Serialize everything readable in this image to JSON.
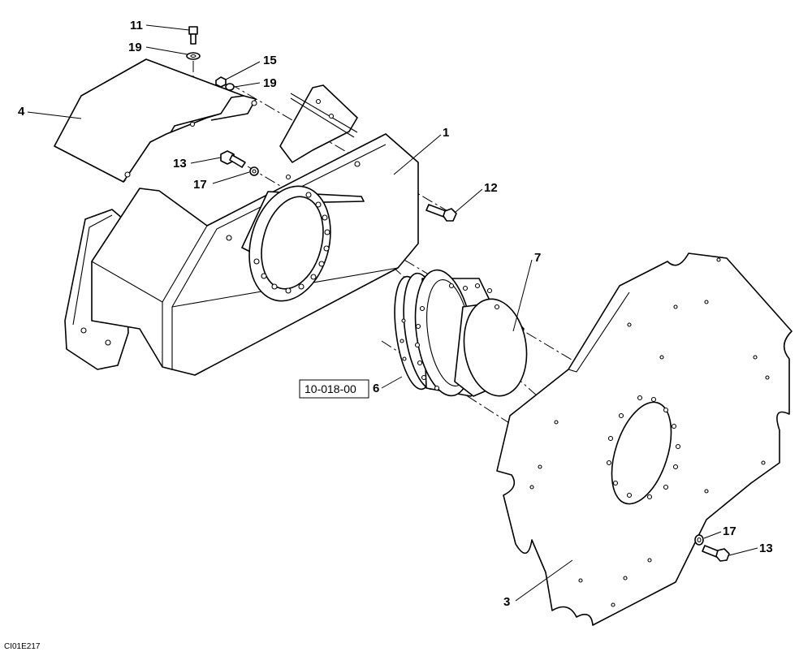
{
  "callouts": {
    "c11": "11",
    "c19a": "19",
    "c15": "15",
    "c19b": "19",
    "c4": "4",
    "c1": "1",
    "c13a": "13",
    "c17a": "17",
    "c12": "12",
    "c7": "7",
    "c6": "6",
    "c17b": "17",
    "c13b": "13",
    "c3": "3"
  },
  "reference": "10-018-00",
  "drawing_code": "CI01E217"
}
